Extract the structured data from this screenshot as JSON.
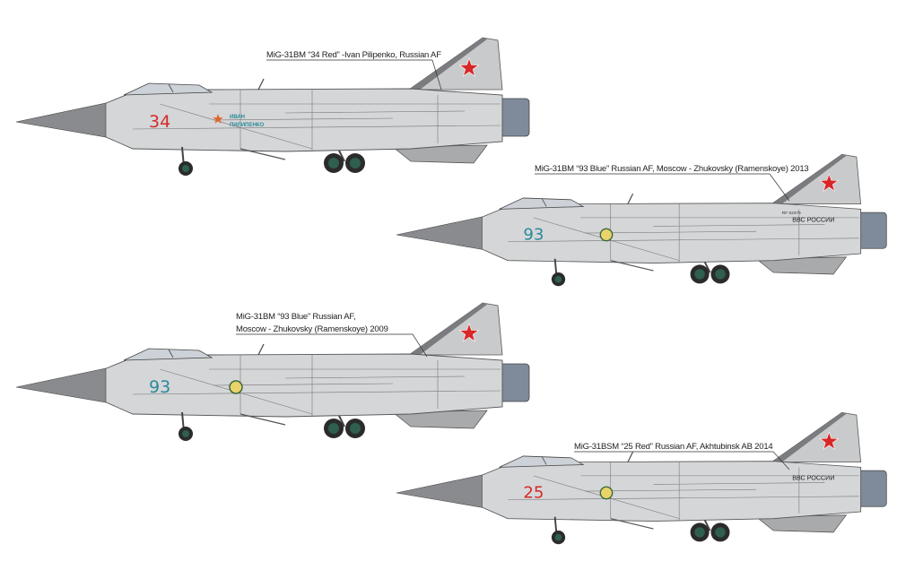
{
  "profiles": [
    {
      "label_lines": [
        "MiG-31BM “34 Red” -Ivan Pilipenko, Russian AF"
      ],
      "side_number": "34",
      "number_color": "#d42a2a",
      "name_lines": [
        "ИВАН",
        "ПИЛИПЕНКО"
      ],
      "tail_text": "",
      "tail_serial": ""
    },
    {
      "label_lines": [
        "MiG-31BM “93 Blue” Russian AF, Moscow - Zhukovsky (Ramenskoye) 2013"
      ],
      "side_number": "93",
      "number_color": "#2a8a9a",
      "name_lines": [],
      "tail_text": "ВВС РОССИИ",
      "tail_serial": "RF 92379"
    },
    {
      "label_lines": [
        "MiG-31BM “93 Blue” Russian AF,",
        "Moscow - Zhukovsky (Ramenskoye) 2009"
      ],
      "side_number": "93",
      "number_color": "#2a8a9a",
      "name_lines": [],
      "tail_text": "",
      "tail_serial": ""
    },
    {
      "label_lines": [
        "MiG-31BSM “25 Red” Russian AF, Akhtubinsk AB 2014"
      ],
      "side_number": "25",
      "number_color": "#d42a2a",
      "name_lines": [],
      "tail_text": "ВВС РОССИИ",
      "tail_serial": ""
    }
  ],
  "colors": {
    "airframe": "#d5d6d8",
    "nose_cone": "#8a8b8e",
    "star": "#d92626",
    "exhaust": "#7f8b9a"
  }
}
